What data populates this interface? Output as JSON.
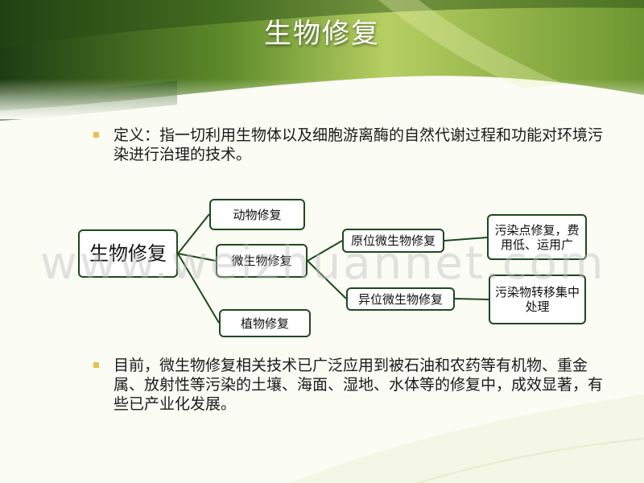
{
  "slide": {
    "title": "生物修复",
    "bullets": [
      "定义：指一切利用生物体以及细胞游离酶的自然代谢过程和功能对环境污染进行治理的技术。",
      "目前，微生物修复相关技术已广泛应用到被石油和农药等有机物、重金属、放射性等污染的土壤、海面、湿地、水体等的修复中，成效显著，有些已产业化发展。"
    ],
    "bullet_color": "#e6c24a"
  },
  "diagram": {
    "root": "生物修复",
    "animal": "动物修复",
    "micro": "微生物修复",
    "plant": "植物修复",
    "in_situ": "原位微生物修复",
    "ex_situ": "异位微生物修复",
    "in_situ_desc": "污染点修复，费用低、运用广",
    "ex_situ_desc": "污染物转移集中处理",
    "border_color": "#1d4a1d"
  },
  "watermark": "www.weizhuannet.com"
}
